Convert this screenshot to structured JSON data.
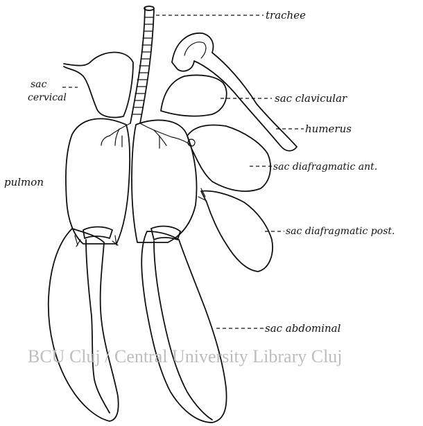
{
  "labels": {
    "trachee": "trachee",
    "sac_cervical_line1": "sac",
    "sac_cervical_line2": "cervical",
    "sac_clavicular": "sac clavicular",
    "humerus": "humerus",
    "sac_diafragmatic_ant": "sac diafragmatic ant.",
    "pulmon": "pulmon",
    "sac_diafragmatic_post": "sac diafragmatic post.",
    "sac_abdominal": "sac abdominal"
  },
  "watermark": "BCU Cluj / Central University Library Cluj",
  "colors": {
    "ink": "#111111",
    "watermark": "#bdbdbd",
    "background": "#ffffff"
  }
}
